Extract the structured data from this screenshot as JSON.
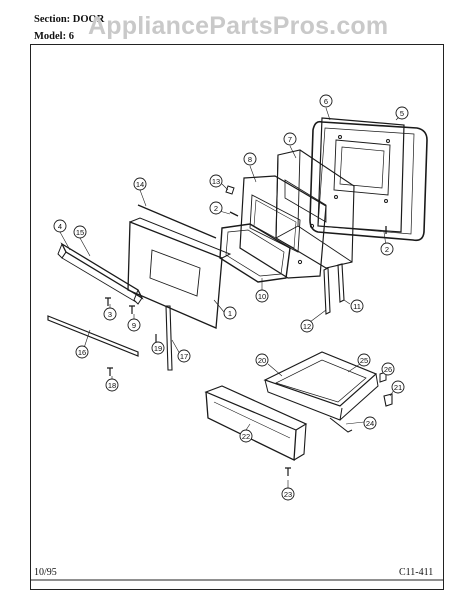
{
  "header": {
    "section": "Section: DOOR",
    "model": "Model: 6"
  },
  "watermark": "AppliancePartsPros.com",
  "footer": {
    "date": "10/95",
    "code": "C11-411"
  },
  "callouts": {
    "c1": "1",
    "c2": "2",
    "c3": "3",
    "c4": "4",
    "c5": "5",
    "c6": "6",
    "c7": "7",
    "c8": "8",
    "c9": "9",
    "c10": "10",
    "c11": "11",
    "c12": "12",
    "c13": "13",
    "c14": "14",
    "c15": "15",
    "c16": "16",
    "c17": "17",
    "c18": "18",
    "c19": "19",
    "c20": "20",
    "c21": "21",
    "c22": "22",
    "c23": "23",
    "c24": "24",
    "c25": "25",
    "c26": "26"
  },
  "colors": {
    "line": "#1a1a1a",
    "frame": "#222222",
    "watermark": "#c9c9c9"
  }
}
